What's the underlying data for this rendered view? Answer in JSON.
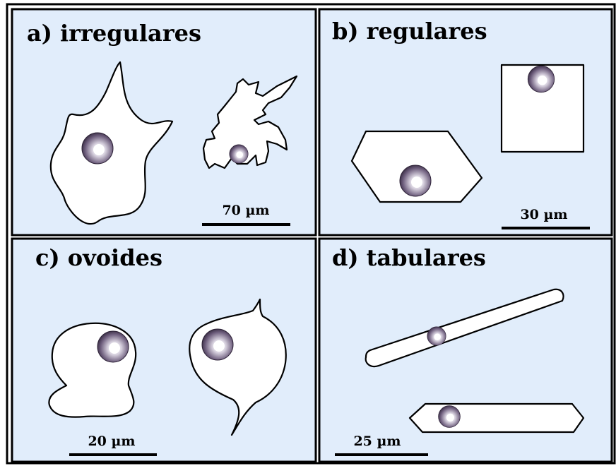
{
  "colors": {
    "panel_background": "#e1edfb",
    "border": "#000000",
    "cell_fill": "#ffffff",
    "nucleus_dark": "#3c2e48",
    "nucleus_light": "#ffffff"
  },
  "panels": [
    {
      "title": "a) irregulares",
      "scale_bar": "70 µm"
    },
    {
      "title": "b) regulares",
      "scale_bar": "30 µm"
    },
    {
      "title": "c) ovoides",
      "scale_bar": "20 µm"
    },
    {
      "title": "d) tabulares",
      "scale_bar": "25 µm"
    }
  ]
}
